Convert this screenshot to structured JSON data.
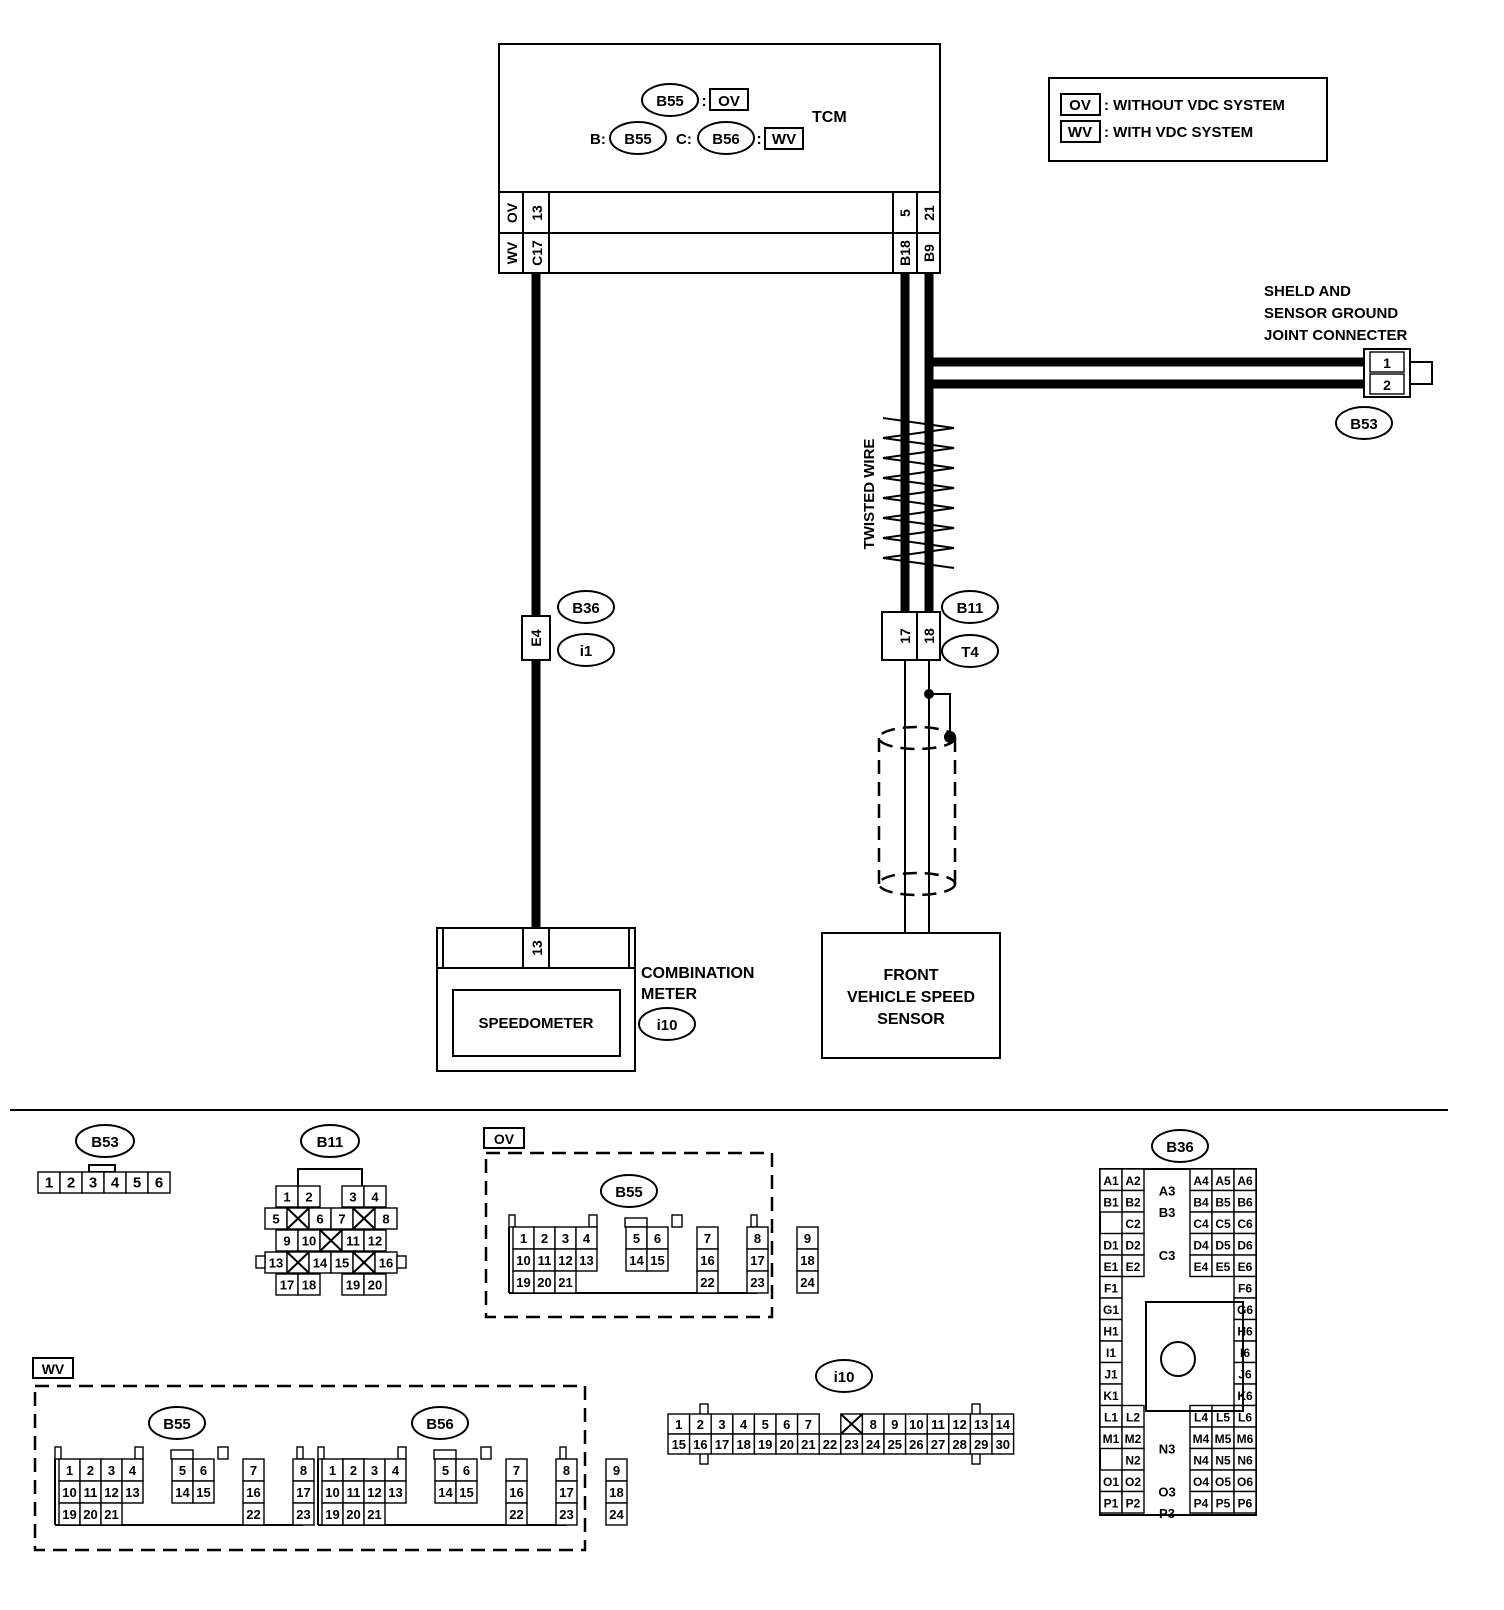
{
  "tcm": {
    "label": "TCM",
    "line1": {
      "conn": "B55",
      "tag": "OV"
    },
    "line2": {
      "b_prefix": "B:",
      "b_conn": "B55",
      "c_prefix": "C:",
      "c_conn": "B56",
      "tag": "WV"
    },
    "rows": {
      "ov": {
        "tag": "OV",
        "left": "13",
        "mid": "5",
        "right": "21"
      },
      "wv": {
        "tag": "WV",
        "left": "C17",
        "mid": "B18",
        "right": "B9"
      }
    }
  },
  "legend": [
    {
      "tag": "OV",
      "text": ": WITHOUT VDC SYSTEM"
    },
    {
      "tag": "WV",
      "text": ": WITH VDC SYSTEM"
    }
  ],
  "shield_joint": {
    "lines": [
      "SHELD AND",
      "SENSOR GROUND",
      "JOINT CONNECTER"
    ],
    "pins": [
      "1",
      "2"
    ],
    "conn": "B53"
  },
  "twisted_label": "TWISTED WIRE",
  "conn_b36_i1": {
    "pin": "E4",
    "labels": [
      "B36",
      "i1"
    ]
  },
  "conn_b11_t4": {
    "pins": [
      "17",
      "18"
    ],
    "labels": [
      "B11",
      "T4"
    ]
  },
  "meter": {
    "pin": "13",
    "inner": "SPEEDOMETER",
    "lines": [
      "COMBINATION",
      "METER"
    ],
    "conn": "i10"
  },
  "sensor": {
    "lines": [
      "FRONT",
      "VEHICLE SPEED",
      "SENSOR"
    ]
  },
  "b53_face": {
    "label": "B53",
    "pins": [
      "1",
      "2",
      "3",
      "4",
      "5",
      "6"
    ]
  },
  "b11_face": {
    "label": "B11",
    "rows": [
      [
        "1",
        "2",
        "",
        "3",
        "4"
      ],
      [
        "5",
        "x",
        "6",
        "7",
        "x",
        "8"
      ],
      [
        "9",
        "10",
        "x",
        "11",
        "12"
      ],
      [
        "13",
        "x",
        "14",
        "15",
        "x",
        "16"
      ],
      [
        "17",
        "18",
        "",
        "19",
        "20"
      ]
    ]
  },
  "ov_group": {
    "tag": "OV",
    "conns": [
      "B55"
    ]
  },
  "wv_group": {
    "tag": "WV",
    "conns": [
      "B55",
      "B56"
    ]
  },
  "face24": {
    "row1": [
      "1",
      "2",
      "3",
      "4",
      "5",
      "6",
      "7",
      "8",
      "9"
    ],
    "row2": [
      "10",
      "11",
      "12",
      "13",
      "14",
      "15",
      "16",
      "17",
      "18"
    ],
    "row3": [
      "19",
      "20",
      "21",
      "22",
      "23",
      "24"
    ]
  },
  "i10_face": {
    "label": "i10",
    "row1": [
      "1",
      "2",
      "3",
      "4",
      "5",
      "6",
      "7",
      "x",
      "8",
      "9",
      "10",
      "11",
      "12",
      "13",
      "14"
    ],
    "row2": [
      "15",
      "16",
      "17",
      "18",
      "19",
      "20",
      "21",
      "22",
      "23",
      "24",
      "25",
      "26",
      "27",
      "28",
      "29",
      "30"
    ]
  },
  "b36_face": {
    "label": "B36",
    "cells": [
      [
        "A1",
        "A2",
        "A3",
        "A4",
        "A5",
        "A6"
      ],
      [
        "B1",
        "B2",
        "B3",
        "B4",
        "B5",
        "B6"
      ],
      [
        "",
        "C2",
        "",
        "C4",
        "C5",
        "C6"
      ],
      [
        "D1",
        "D2",
        "C3",
        "D4",
        "D5",
        "D6"
      ],
      [
        "E1",
        "E2",
        "",
        "E4",
        "E5",
        "E6"
      ],
      [
        "F1",
        "",
        "",
        "",
        "",
        "F6"
      ],
      [
        "G1",
        "",
        "",
        "",
        "",
        "G6"
      ],
      [
        "H1",
        "",
        "",
        "",
        "",
        "H6"
      ],
      [
        "I1",
        "",
        "",
        "",
        "",
        "I6"
      ],
      [
        "J1",
        "",
        "",
        "",
        "",
        "J6"
      ],
      [
        "K1",
        "",
        "",
        "",
        "",
        "K6"
      ],
      [
        "L1",
        "L2",
        "",
        "L4",
        "L5",
        "L6"
      ],
      [
        "M1",
        "M2",
        "N3",
        "M4",
        "M5",
        "M6"
      ],
      [
        "",
        "N2",
        "",
        "N4",
        "N5",
        "N6"
      ],
      [
        "O1",
        "O2",
        "O3",
        "O4",
        "O5",
        "O6"
      ],
      [
        "P1",
        "P2",
        "P3",
        "P4",
        "P5",
        "P6"
      ]
    ]
  }
}
